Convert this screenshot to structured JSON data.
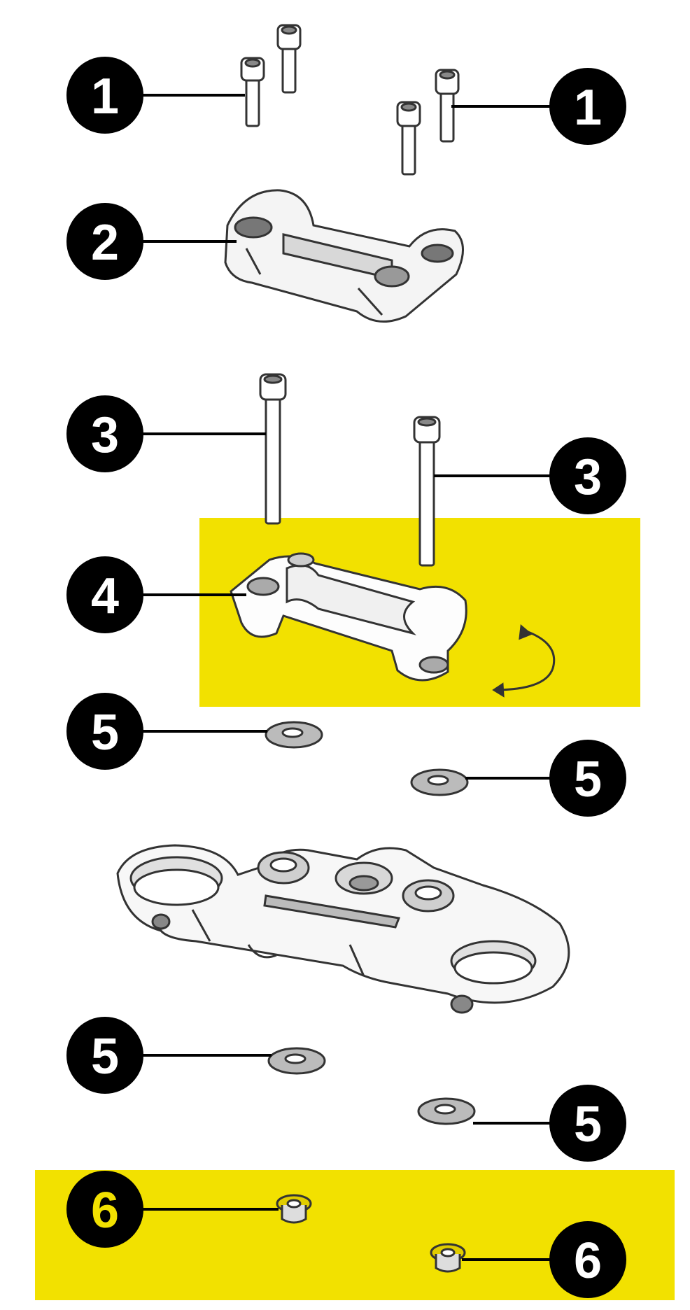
{
  "highlight_color": "#f2e100",
  "callouts": [
    {
      "id": "c1a",
      "label": "1"
    },
    {
      "id": "c1b",
      "label": "1"
    },
    {
      "id": "c2",
      "label": "2"
    },
    {
      "id": "c3a",
      "label": "3"
    },
    {
      "id": "c3b",
      "label": "3"
    },
    {
      "id": "c4",
      "label": "4"
    },
    {
      "id": "c5a",
      "label": "5"
    },
    {
      "id": "c5b",
      "label": "5"
    },
    {
      "id": "c5c",
      "label": "5"
    },
    {
      "id": "c5d",
      "label": "5"
    },
    {
      "id": "c6a",
      "label": "6"
    },
    {
      "id": "c6b",
      "label": "6"
    }
  ],
  "parts": [
    {
      "id": "short-screw",
      "count": 4
    },
    {
      "id": "handlebar-clamp-upper",
      "count": 1
    },
    {
      "id": "long-screw",
      "count": 2
    },
    {
      "id": "handlebar-clamp-lower",
      "count": 1
    },
    {
      "id": "washer",
      "count": 4
    },
    {
      "id": "triple-clamp",
      "count": 1
    },
    {
      "id": "flange-nut",
      "count": 2
    }
  ]
}
